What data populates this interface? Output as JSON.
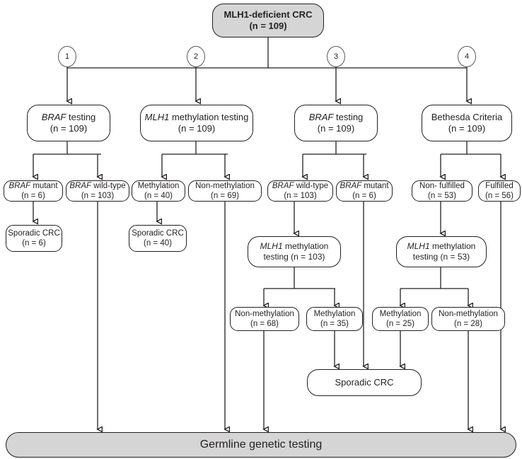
{
  "diagram": {
    "title_box": {
      "line1": "MLH1-deficient CRC",
      "line2": "(n = 109)"
    },
    "branch_markers": [
      "1",
      "2",
      "3",
      "4"
    ],
    "strategies": [
      {
        "gene": "BRAF",
        "rest": " testing",
        "count": "(n = 109)"
      },
      {
        "gene": "MLH1",
        "rest": " methylation testing",
        "count": "(n = 109)"
      },
      {
        "gene": "BRAF",
        "rest": " testing",
        "count": "(n = 109)"
      },
      {
        "gene": "",
        "rest": "Bethesda Criteria",
        "count": "(n = 109)"
      }
    ],
    "level3": [
      {
        "gene": "BRAF",
        "rest": " mutant",
        "count": "(n = 6)"
      },
      {
        "gene": "BRAF",
        "rest": " wild-type",
        "count": "(n = 103)"
      },
      {
        "gene": "",
        "rest": "Methylation",
        "count": "(n = 40)"
      },
      {
        "gene": "",
        "rest": "Non-methylation",
        "count": "(n = 69)"
      },
      {
        "gene": "BRAF",
        "rest": " wild-type",
        "count": "(n = 103)"
      },
      {
        "gene": "BRAF",
        "rest": " mutant",
        "count": "(n = 6)"
      },
      {
        "gene": "",
        "rest": "Non- fulfilled",
        "count": "(n = 53)"
      },
      {
        "gene": "",
        "rest": "Fulfilled",
        "count": "(n = 56)"
      }
    ],
    "sporadic_left": {
      "label": "Sporadic CRC",
      "count": "(n = 6)"
    },
    "sporadic_mid": {
      "label": "Sporadic CRC",
      "count": "(n = 40)"
    },
    "methylation_test_103": {
      "gene": "MLH1",
      "rest": " methylation",
      "line2": "testing (n = 103)"
    },
    "methylation_test_53": {
      "gene": "MLH1",
      "rest": " methylation",
      "line2": "testing (n = 53)"
    },
    "level5": [
      {
        "label": "Non-methylation",
        "count": "(n = 68)"
      },
      {
        "label": "Methylation",
        "count": "(n = 35)"
      },
      {
        "label": "Methylation",
        "count": "(n = 25)"
      },
      {
        "label": "Non-methylation",
        "count": "(n = 28)"
      }
    ],
    "sporadic_pooled": {
      "label": "Sporadic CRC"
    },
    "bottom_bar": {
      "label": "Germline genetic testing"
    },
    "colors": {
      "fill_gray": "#d5d5d5",
      "stroke": "#231f20",
      "background": "#ffffff"
    }
  }
}
